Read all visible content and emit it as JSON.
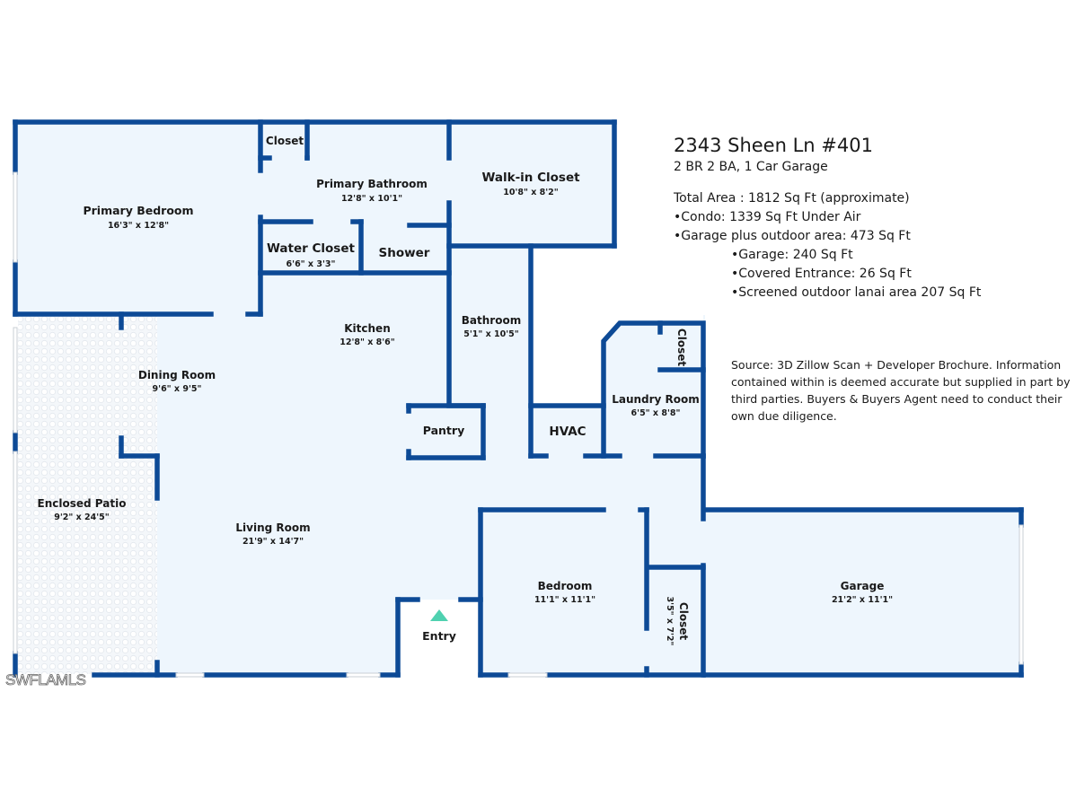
{
  "info": {
    "address": "2343 Sheen Ln #401",
    "summary": "2 BR 2 BA, 1 Car Garage",
    "total_area": "Total Area : 1812 Sq Ft (approximate)",
    "condo": "•Condo: 1339 Sq Ft Under Air",
    "garage_outdoor": "•Garage plus outdoor area: 473 Sq Ft",
    "garage": "•Garage: 240 Sq Ft",
    "covered_entrance": "•Covered Entrance: 26 Sq Ft",
    "lanai": "•Screened outdoor lanai area 207 Sq Ft"
  },
  "disclaimer": "Source: 3D Zillow Scan + Developer Brochure. Information contained within is deemed accurate but supplied in part by third parties. Buyers & Buyers Agent need to conduct their own due diligence.",
  "watermark": "SWFLAMLS",
  "colors": {
    "wall": "#0d4a96",
    "floor": "#eef6fd",
    "entry_marker": "#4fd1b0"
  },
  "rooms": {
    "primary_bedroom": {
      "name": "Primary Bedroom",
      "dims": "16'3\" x 12'8\""
    },
    "closet_top": {
      "name": "Closet"
    },
    "primary_bathroom": {
      "name": "Primary Bathroom",
      "dims": "12'8\" x 10'1\""
    },
    "walkin_closet": {
      "name": "Walk-in Closet",
      "dims": "10'8\" x 8'2\""
    },
    "water_closet": {
      "name": "Water Closet",
      "dims": "6'6\" x 3'3\""
    },
    "shower": {
      "name": "Shower"
    },
    "kitchen": {
      "name": "Kitchen",
      "dims": "12'8\" x 8'6\""
    },
    "bathroom": {
      "name": "Bathroom",
      "dims": "5'1\" x 10'5\""
    },
    "dining_room": {
      "name": "Dining Room",
      "dims": "9'6\" x 9'5\""
    },
    "pantry": {
      "name": "Pantry"
    },
    "hvac": {
      "name": "HVAC"
    },
    "laundry_closet": {
      "name": "Closet"
    },
    "laundry_room": {
      "name": "Laundry Room",
      "dims": "6'5\" x 8'8\""
    },
    "enclosed_patio": {
      "name": "Enclosed Patio",
      "dims": "9'2\" x 24'5\""
    },
    "living_room": {
      "name": "Living Room",
      "dims": "21'9\" x 14'7\""
    },
    "entry": {
      "name": "Entry"
    },
    "bedroom": {
      "name": "Bedroom",
      "dims": "11'1\" x 11'1\""
    },
    "bedroom_closet": {
      "name": "Closet",
      "dims": "3'5\" x 7'2\""
    },
    "garage": {
      "name": "Garage",
      "dims": "21'2\" x 11'1\""
    }
  }
}
